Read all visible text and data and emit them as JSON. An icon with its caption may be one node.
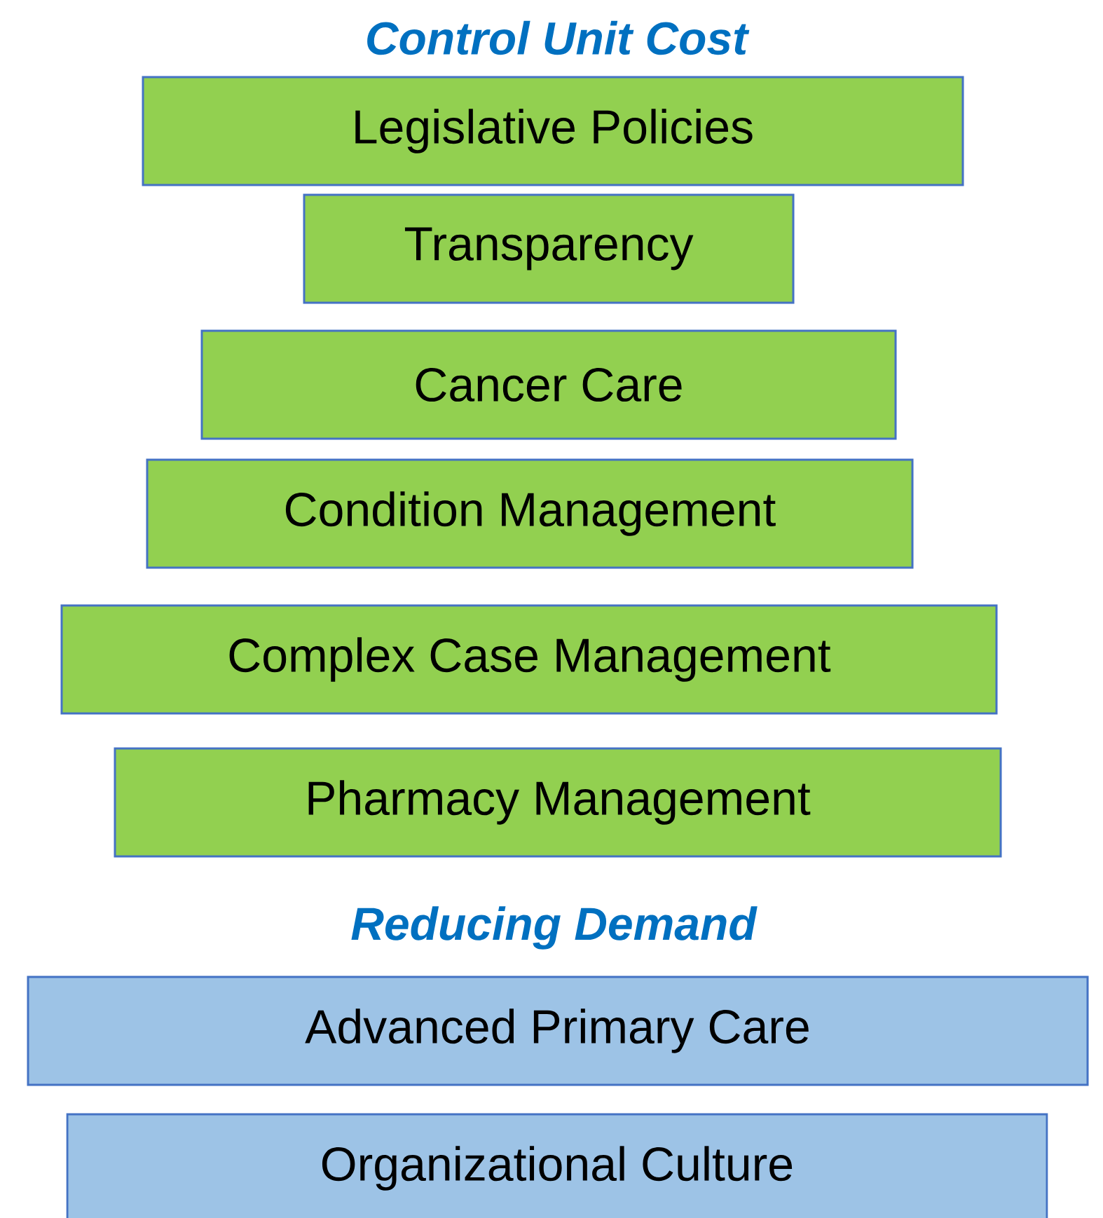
{
  "diagram": {
    "title": "Control Unit Cost",
    "nodes": [
      {
        "text": [
          "Legislative Policies"
        ]
      },
      {
        "text": [
          "Transparency"
        ]
      },
      {
        "text": [
          "Cancer Care"
        ]
      },
      {
        "text": [
          "Condition Management"
        ]
      },
      {
        "text": [
          "Complex Case Management"
        ]
      },
      {
        "text": [
          "Pharmacy Management"
        ]
      },
      {
        "text": [
          "Advanced Primary Care"
        ]
      },
      {
        "text": [
          "Organizational Culture"
        ]
      }
    ],
    "labels": [
      "Reducing Demand"
    ]
  }
}
